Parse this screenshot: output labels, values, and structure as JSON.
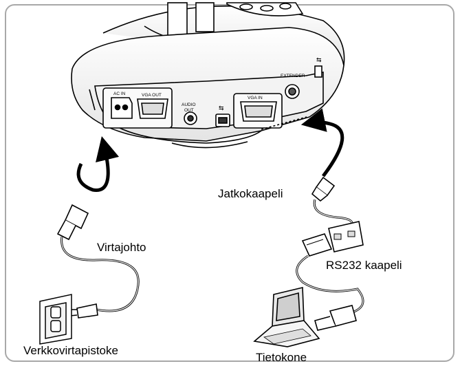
{
  "device_panel": {
    "port_labels": {
      "ac_in": "AC IN",
      "vga_out": "VGA OUT",
      "audio_out_line1": "AUDIO",
      "audio_out_line2": "OUT",
      "vga_in": "VGA IN",
      "extender": "EXTENDER"
    }
  },
  "labels": {
    "power_cord": "Virtajohto",
    "extension_cable": "Jatkokaapeli",
    "rs232_cable": "RS232 kaapeli",
    "wall_outlet": "Verkkovirtapistoke",
    "computer": "Tietokone"
  }
}
